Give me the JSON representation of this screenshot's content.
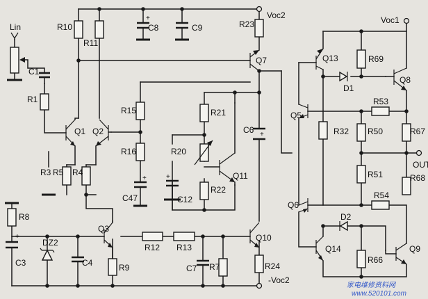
{
  "rails": {
    "voc2_pos": "Voc2",
    "voc2_neg": "-Voc2",
    "voc1": "Voc1",
    "input": "Lin",
    "output": "OUT"
  },
  "resistors": {
    "R1": "R1",
    "R3": "R3",
    "R4": "R4",
    "R5": "R5",
    "R7": "R7",
    "R8": "R8",
    "R9": "R9",
    "R10": "R10",
    "R11": "R11",
    "R12": "R12",
    "R13": "R13",
    "R15": "R15",
    "R16": "R16",
    "R20": "R20",
    "R21": "R21",
    "R22": "R22",
    "R23": "R23",
    "R24": "R24",
    "R32": "R32",
    "R50": "R50",
    "R51": "R51",
    "R53": "R53",
    "R54": "R54",
    "R66": "R66",
    "R67": "R67",
    "R68": "R68",
    "R69": "R69"
  },
  "capacitors": {
    "C1": "C1",
    "C3": "C3",
    "C4": "C4",
    "C6": "C6",
    "C7": "C7",
    "C8": "C8",
    "C9": "C9",
    "C12": "C12",
    "C47": "C47"
  },
  "transistors": {
    "Q1": "Q1",
    "Q2": "Q2",
    "Q3": "Q3",
    "Q5": "Q5",
    "Q6": "Q6",
    "Q7": "Q7",
    "Q8": "Q8",
    "Q9": "Q9",
    "Q10": "Q10",
    "Q11": "Q11",
    "Q13": "Q13",
    "Q14": "Q14"
  },
  "diodes": {
    "D1": "D1",
    "D2": "D2",
    "DZ2": "DZ2"
  },
  "watermark": {
    "site_cn": "家电维修资料网",
    "site_url": "www.520101.com"
  }
}
